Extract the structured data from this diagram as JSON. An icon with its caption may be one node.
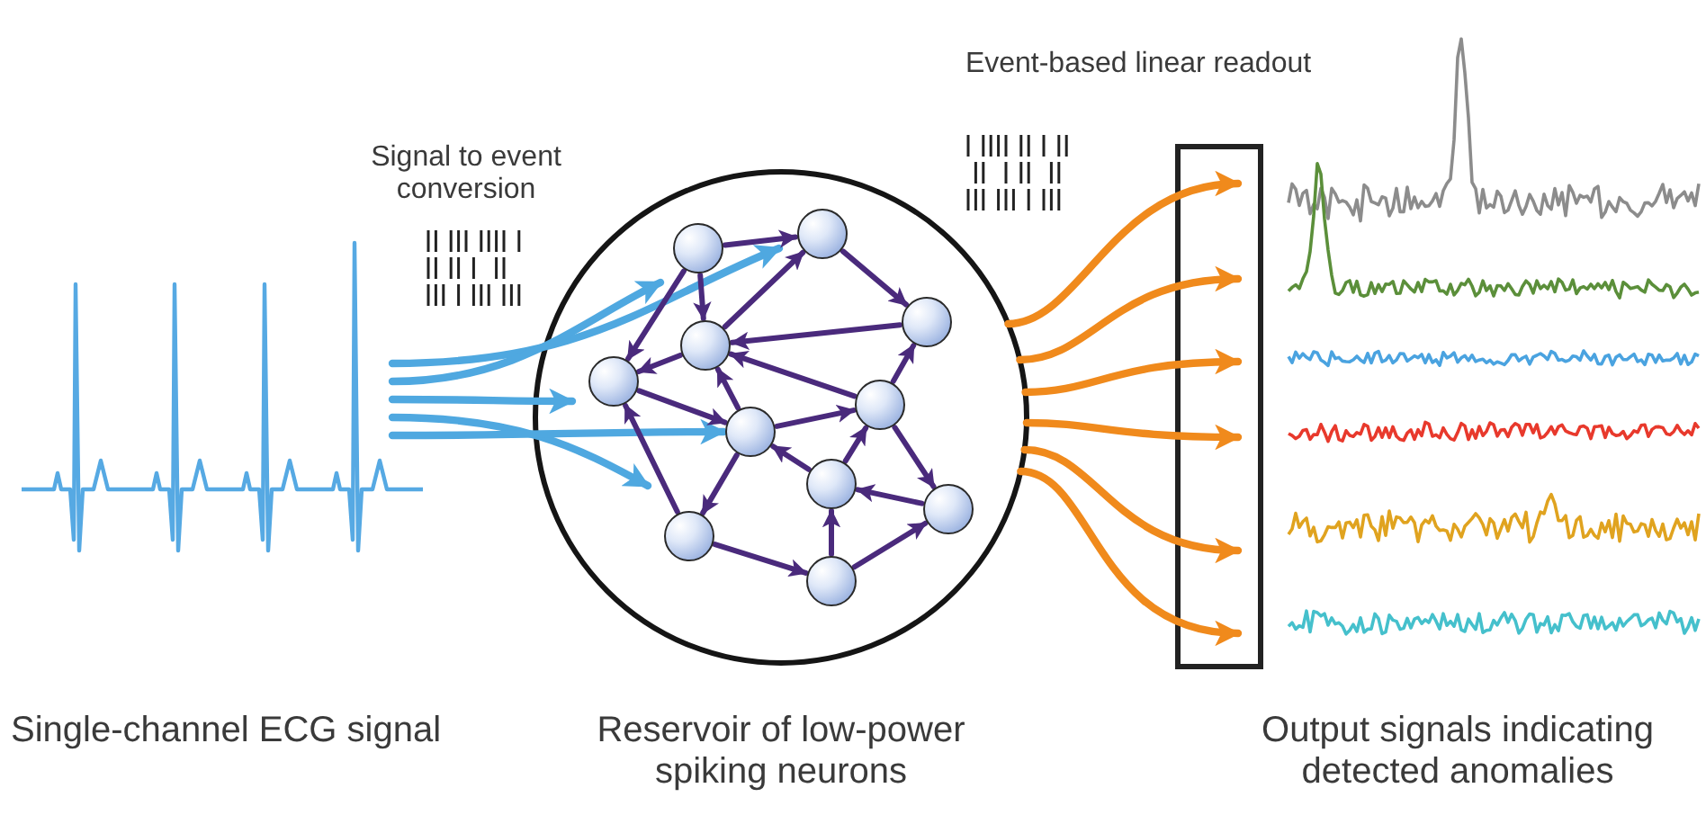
{
  "diagram": {
    "nodes": [
      {
        "text": [],
        "shape": "circle"
      },
      {
        "text": [],
        "shape": "circle",
        "in": 0
      },
      {
        "text": [],
        "shape": "circle",
        "in": 0
      },
      {
        "text": [],
        "shape": "circle",
        "in": 0
      },
      {
        "text": [],
        "shape": "circle",
        "in": 0
      },
      {
        "text": [],
        "shape": "circle",
        "in": 0
      },
      {
        "text": [],
        "shape": "circle",
        "in": 0
      },
      {
        "text": [],
        "shape": "circle",
        "in": 0
      },
      {
        "text": [],
        "shape": "circle",
        "in": 0
      },
      {
        "text": [],
        "shape": "circle",
        "in": 0
      },
      {
        "text": [],
        "shape": "circle",
        "in": 0
      },
      {
        "text": [],
        "shape": "circle",
        "in": 0
      },
      {
        "text": [],
        "shape": "box"
      }
    ],
    "edges": [
      {
        "from": null,
        "to": 0,
        "arrow": "to",
        "color": "#4fa8e0"
      },
      {
        "from": null,
        "to": 0,
        "arrow": "to",
        "color": "#4fa8e0"
      },
      {
        "from": null,
        "to": 0,
        "arrow": "to",
        "color": "#4fa8e0"
      },
      {
        "from": null,
        "to": 0,
        "arrow": "to",
        "color": "#4fa8e0"
      },
      {
        "from": null,
        "to": 6,
        "arrow": "to",
        "color": "#4fa8e0"
      },
      {
        "from": 1,
        "to": 2,
        "arrow": "to"
      },
      {
        "from": 1,
        "to": 3,
        "arrow": "to"
      },
      {
        "from": 1,
        "to": 4,
        "arrow": "to"
      },
      {
        "from": 3,
        "to": 2,
        "arrow": "to"
      },
      {
        "from": 2,
        "to": 5,
        "arrow": "to"
      },
      {
        "from": 5,
        "to": 3,
        "arrow": "to"
      },
      {
        "from": 3,
        "to": 4,
        "arrow": "to"
      },
      {
        "from": 4,
        "to": 6,
        "arrow": "to"
      },
      {
        "from": 9,
        "to": 4,
        "arrow": "to"
      },
      {
        "from": 6,
        "to": 3,
        "arrow": "to"
      },
      {
        "from": 7,
        "to": 3,
        "arrow": "to"
      },
      {
        "from": 6,
        "to": 7,
        "arrow": "to"
      },
      {
        "from": 7,
        "to": 5,
        "arrow": "to"
      },
      {
        "from": 6,
        "to": 9,
        "arrow": "to"
      },
      {
        "from": 8,
        "to": 6,
        "arrow": "to"
      },
      {
        "from": 8,
        "to": 7,
        "arrow": "to"
      },
      {
        "from": 7,
        "to": 10,
        "arrow": "to"
      },
      {
        "from": 10,
        "to": 8,
        "arrow": "to"
      },
      {
        "from": 11,
        "to": 8,
        "arrow": "to"
      },
      {
        "from": 9,
        "to": 11,
        "arrow": "to"
      },
      {
        "from": 11,
        "to": 10,
        "arrow": "to"
      },
      {
        "from": 0,
        "to": 12,
        "arrow": "to",
        "color": "#f08a1c"
      },
      {
        "from": 0,
        "to": 12,
        "arrow": "to",
        "color": "#f08a1c"
      },
      {
        "from": 0,
        "to": 12,
        "arrow": "to",
        "color": "#f08a1c"
      },
      {
        "from": 0,
        "to": 12,
        "arrow": "to",
        "color": "#f08a1c"
      },
      {
        "from": 0,
        "to": 12,
        "arrow": "to",
        "color": "#f08a1c"
      },
      {
        "from": 0,
        "to": 12,
        "arrow": "to",
        "color": "#f08a1c"
      }
    ],
    "labels": [
      "Event-based linear readout",
      "Signal to event conversion",
      "Single-channel ECG signal",
      "Reservoir of low-power spiking neurons",
      "Output signals indicating detected anomalies"
    ]
  }
}
